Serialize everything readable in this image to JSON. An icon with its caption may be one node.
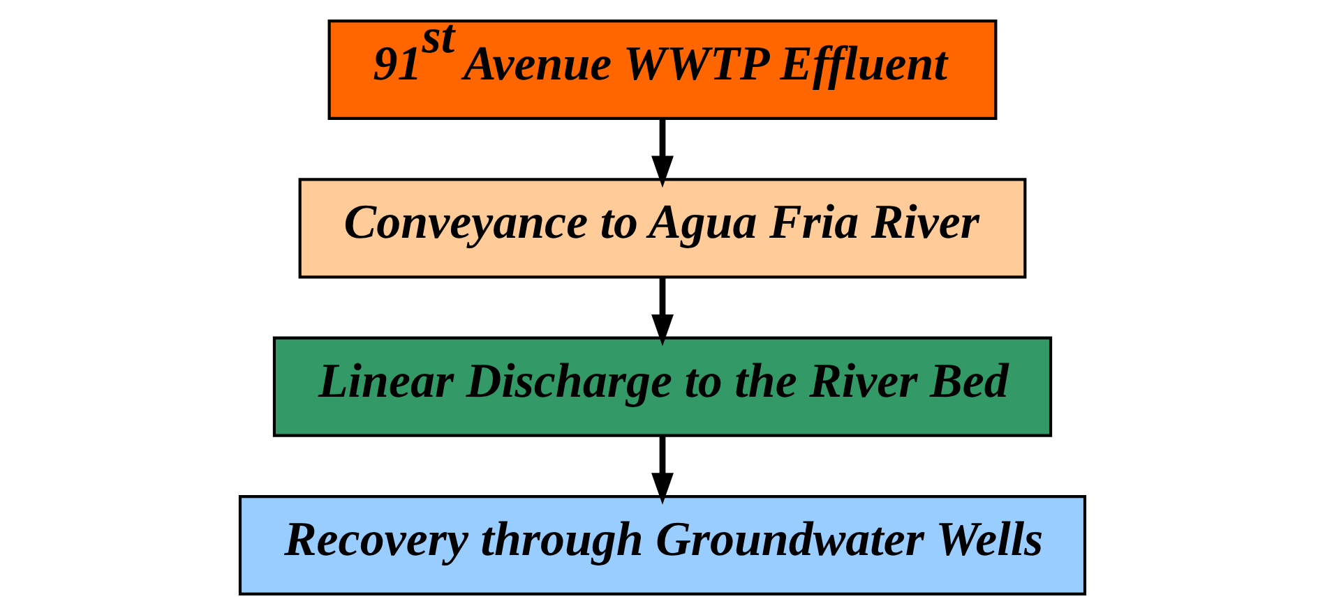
{
  "diagram": {
    "nodes": [
      {
        "text": [
          "91$^{st}$ Avenue WWTP Effluent"
        ]
      },
      {
        "text": [
          "Conveyance to Agua Fria River"
        ]
      },
      {
        "text": [
          "Linear Discharge to the River Bed"
        ]
      },
      {
        "text": [
          "Recovery through Groundwater Wells"
        ]
      }
    ],
    "edges": [
      {
        "from": 0,
        "to": 1,
        "arrow": "to"
      },
      {
        "from": 1,
        "to": 2,
        "arrow": "to"
      },
      {
        "from": 2,
        "to": 3,
        "arrow": "to"
      }
    ]
  }
}
